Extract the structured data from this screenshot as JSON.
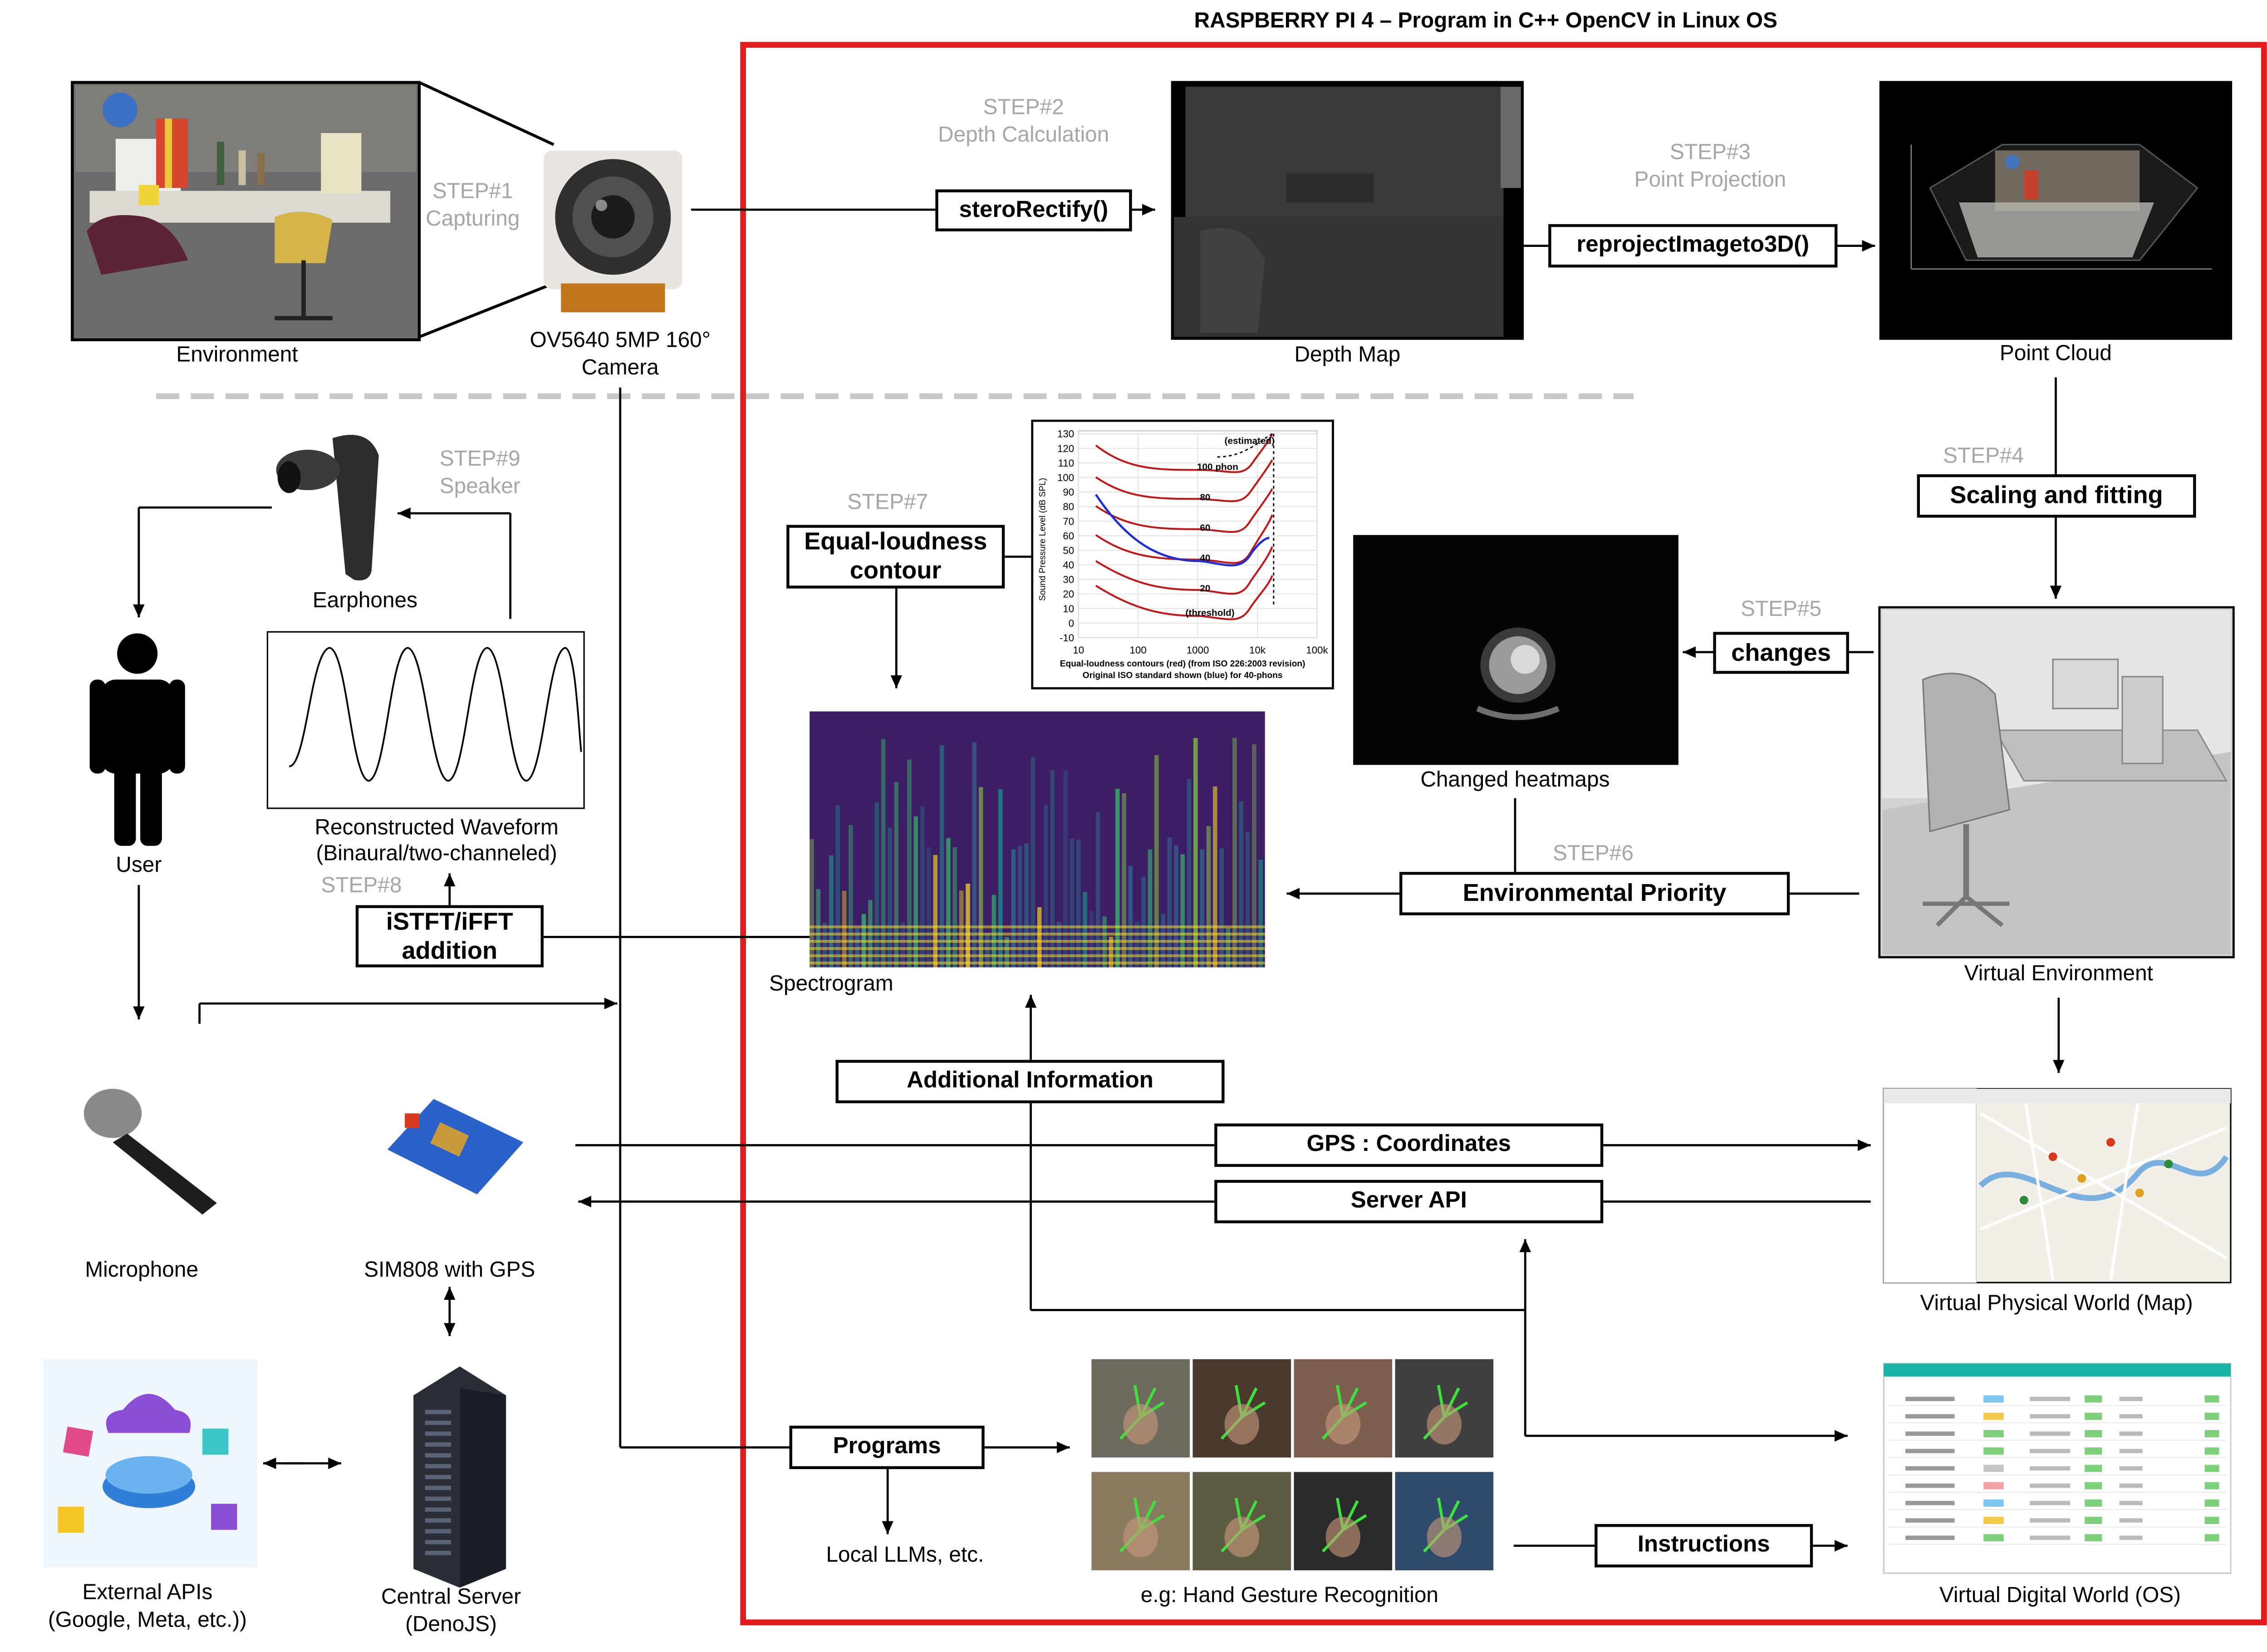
{
  "title": "RASPBERRY PI 4 – Program in C++ OpenCV in Linux OS",
  "labels": {
    "environment": "Environment",
    "camera": "OV5640 5MP 160°",
    "camera2": "Camera",
    "depth_map": "Depth Map",
    "point_cloud": "Point Cloud",
    "earphones": "Earphones",
    "user": "User",
    "waveform": "Reconstructed Waveform",
    "waveform2": "(Binaural/two-channeled)",
    "spectrogram": "Spectrogram",
    "changed_heatmaps": "Changed heatmaps",
    "virtual_environment": "Virtual Environment",
    "microphone": "Microphone",
    "sim808": "SIM808 with GPS",
    "virtual_physical_world": "Virtual Physical World (Map)",
    "external_apis": "External APIs",
    "external_apis2": "(Google, Meta, etc.))",
    "central_server": "Central Server",
    "central_server2": "(DenoJS)",
    "local_llms": "Local LLMs, etc.",
    "hand_gesture": "e.g: Hand Gesture Recognition",
    "virtual_digital_world": "Virtual Digital World (OS)"
  },
  "steps": {
    "s1a": "STEP#1",
    "s1b": "Capturing",
    "s2a": "STEP#2",
    "s2b": "Depth Calculation",
    "s3a": "STEP#3",
    "s3b": "Point Projection",
    "s4": "STEP#4",
    "s5": "STEP#5",
    "s6": "STEP#6",
    "s7": "STEP#7",
    "s8": "STEP#8",
    "s9a": "STEP#9",
    "s9b": "Speaker"
  },
  "functions": {
    "stereo": "steroRectify()",
    "reproject": "reprojectImageto3D()",
    "scaling": "Scaling and fitting",
    "changes": "changes",
    "env_priority": "Environmental Priority",
    "equal_loudness_1": "Equal-loudness",
    "equal_loudness_2": "contour",
    "istft_1": "iSTFT/iFFT",
    "istft_2": "addition",
    "additional_info": "Additional Information",
    "gps": "GPS : Coordinates",
    "server_api": "Server API",
    "programs": "Programs",
    "instructions": "Instructions"
  },
  "loudness_chart": {
    "y_ticks": [
      "130",
      "120",
      "110",
      "100",
      "90",
      "80",
      "70",
      "60",
      "50",
      "40",
      "30",
      "20",
      "10",
      "0",
      "-10"
    ],
    "x_ticks": [
      "10",
      "100",
      "1000",
      "10k",
      "100k"
    ],
    "ylabel": "Sound Pressure Level (dB SPL)",
    "curve_labels": [
      "(estimated)",
      "100 phon",
      "80",
      "60",
      "40",
      "20",
      "(threshold)"
    ],
    "caption1": "Equal-loudness contours (red) (from ISO 226:2003 revision)",
    "caption2": "Original ISO standard shown (blue) for 40-phons"
  },
  "colors": {
    "frame": "#e31b1b",
    "step_gray": "#a6a6a6",
    "divider": "#c8c8c8"
  }
}
